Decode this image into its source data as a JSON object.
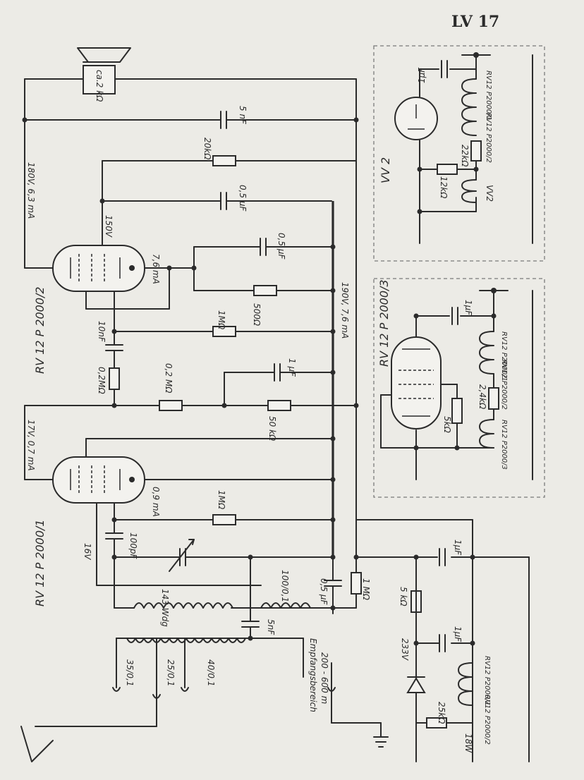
{
  "title": "LV 17",
  "speaker": {
    "label": "ca.2 kΩ"
  },
  "tubes": {
    "v2": "RV 12 P 2000/2",
    "v1": "RV 12 P 2000/1",
    "vv2": "VV 2",
    "v3": "RV 12 P 2000/3"
  },
  "labels": {
    "c_5nf_top": "5 nF",
    "r_20k": "20kΩ",
    "c_05_top": "0,5 μF",
    "volt_180": "180V, 6,3 mA",
    "volt_150": "150V",
    "cur_76": "7,6 mA",
    "c_05_mid": "0,5 μF",
    "r_500": "500Ω",
    "r_1m_top": "1MΩ",
    "c_10nf": "10nF",
    "volt_190": "190V, 7,6 mA",
    "r_02m_left": "0,2MΩ",
    "r_02m_mid": "0,2 MΩ",
    "c_1uf_mid": "1 μF",
    "r_50k": "50 kΩ",
    "volt_17": "17V, 0,7 mA",
    "cur_09": "0,9 mA",
    "r_1m_lower": "1MΩ",
    "c_100pf": "100pF",
    "volt_16": "16V",
    "coil_143": "143 Wdg",
    "coil_100": "100/0,1",
    "c_05_low": "0,5 μF",
    "r_1m_low": "1 MΩ",
    "c_5nf_low": "5nF",
    "coil_35": "35/0,1",
    "coil_25": "25/0,1",
    "coil_40": "40/0,1",
    "range_title": "Empfangsbereich",
    "range_value": "200 - 600 m",
    "c_1uf_pwr": "1μF",
    "r_5k_pwr": "5 kΩ",
    "volt_233": "233V",
    "c_1uf_pwr2": "1μF",
    "r_25k": "25kΩ",
    "pwr_18w": "18W",
    "heater_a1": "RV12 P2000/1",
    "heater_a2": "RV12 P2000/2",
    "vv2_c": "1μF",
    "vv2_h1": "RV12 P2000/1",
    "vv2_h2": "RV12 P2000/2",
    "vv2_r22": "22kΩ",
    "vv2_r12": "12kΩ",
    "vv2_h3": "VV2",
    "v3_c": "1μF",
    "v3_h1": "RV12 P2000/1",
    "v3_h2": "RV12 P2000/2",
    "v3_r24": "2,4kΩ",
    "v3_r5": "5kΩ",
    "v3_h3": "RV12 P2000/3"
  }
}
